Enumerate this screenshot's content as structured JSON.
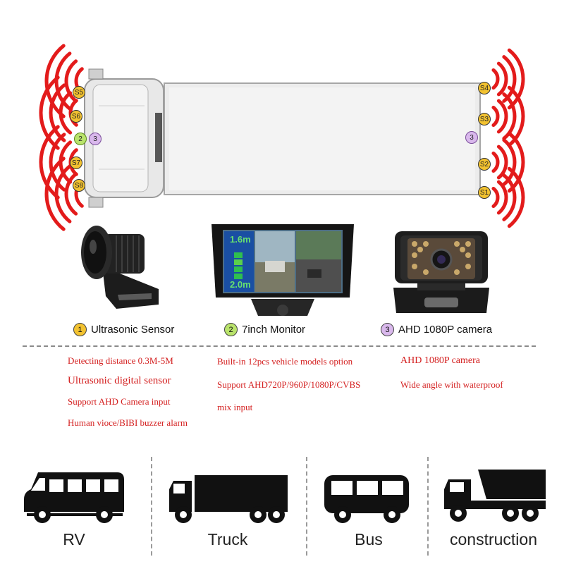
{
  "sensors": {
    "front": [
      "S5",
      "S6",
      "S7",
      "S8"
    ],
    "rear": [
      "S4",
      "S3",
      "S2",
      "S1"
    ],
    "front_monitor": "2",
    "front_camera": "3",
    "rear_camera": "3"
  },
  "monitor_screen": {
    "top_distance": "1.6m",
    "bottom_distance": "2.0m"
  },
  "components": [
    {
      "number": "1",
      "label": "Ultrasonic Sensor"
    },
    {
      "number": "2",
      "label": "7inch Monitor"
    },
    {
      "number": "3",
      "label": "AHD 1080P camera"
    }
  ],
  "specs": {
    "sensor": [
      "Detecting distance 0.3M-5M",
      "Ultrasonic digital sensor",
      "Support AHD Camera input",
      "Human vioce/BIBI buzzer alarm"
    ],
    "monitor": [
      "Built-in 12pcs vehicle models option",
      "Support AHD720P/960P/1080P/CVBS",
      "mix input"
    ],
    "camera": [
      "AHD 1080P camera",
      "Wide angle with waterproof"
    ]
  },
  "vehicles": [
    "RV",
    "Truck",
    "Bus",
    "construction"
  ],
  "colors": {
    "wave": "#e31b1b",
    "sensor_badge": "#f2c230",
    "monitor_badge": "#b9e36b",
    "camera_badge": "#d9b8ec",
    "spec_text": "#d42020"
  }
}
